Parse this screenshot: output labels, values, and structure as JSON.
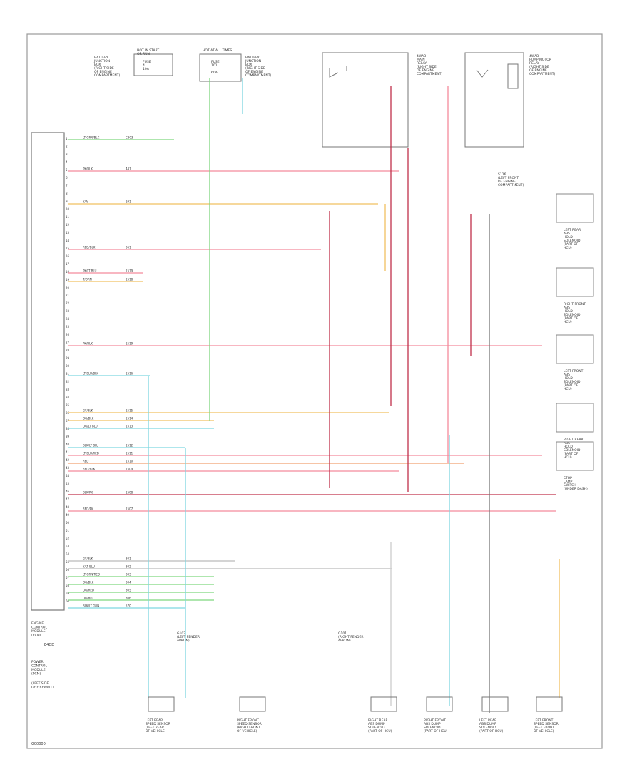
{
  "sheet": {
    "code": "G00000"
  },
  "module": {
    "pins": [
      "1",
      "2",
      "3",
      "4",
      "5",
      "6",
      "7",
      "8",
      "9",
      "10",
      "11",
      "12",
      "13",
      "14",
      "15",
      "16",
      "17",
      "18",
      "19",
      "20",
      "21",
      "22",
      "23",
      "24",
      "25",
      "26",
      "27",
      "28",
      "29",
      "30",
      "31",
      "32",
      "33",
      "34",
      "35",
      "36",
      "37",
      "38",
      "39",
      "40",
      "41",
      "42",
      "43",
      "44",
      "45",
      "46",
      "47",
      "48",
      "49",
      "50",
      "51",
      "52",
      "53",
      "54",
      "55",
      "56",
      "57",
      "58",
      "59",
      "60"
    ],
    "body_label_lines": [
      "ENGINE",
      "CONTROL",
      "MODULE",
      "(ECM)",
      "",
      "",
      "",
      "POWER",
      "CONTROL",
      "MODULE",
      "(PCM)"
    ],
    "side_label": "E4OD",
    "footer_lines": [
      "(LEFT SIDE",
      "OF FIREWALL)"
    ]
  },
  "wires": [
    {
      "color": "LT GRN/BLK",
      "pin": "C303",
      "stroke": "#7ed67e"
    },
    {
      "color": "PK/BLK",
      "pin": "447",
      "stroke": "#f38a9c"
    },
    {
      "color": "Y/W",
      "pin": "191",
      "stroke": "#f0c060"
    },
    {
      "color": "RED/BLK",
      "pin": "361",
      "stroke": "#f38a9c"
    },
    {
      "color": "PK/LT BLU",
      "pin": "1519",
      "stroke": "#f38a9c"
    },
    {
      "color": "T/ORN",
      "pin": "1518",
      "stroke": "#f0c060"
    },
    {
      "color": "PK/BLK",
      "pin": "1519",
      "stroke": "#f38a9c"
    },
    {
      "color": "LT BLU/BLK",
      "pin": "1516",
      "stroke": "#7ed6e0"
    },
    {
      "color": "GY/BLK",
      "pin": "1515",
      "stroke": "#f0c060"
    },
    {
      "color": "OG/BLK",
      "pin": "1514",
      "stroke": "#f0c060"
    },
    {
      "color": "OG/LT BLU",
      "pin": "1513",
      "stroke": "#7ed6e0"
    },
    {
      "color": "BLK/LT BLU",
      "pin": "1512",
      "stroke": "#7ed6e0"
    },
    {
      "color": "LT BLU/RED",
      "pin": "1511",
      "stroke": "#f38a9c"
    },
    {
      "color": "RED",
      "pin": "1510",
      "stroke": "#f0a070"
    },
    {
      "color": "RED/BLK",
      "pin": "1509",
      "stroke": "#f38a9c"
    },
    {
      "color": "BLK/PK",
      "pin": "1508",
      "stroke": "#c0304a"
    },
    {
      "color": "RED/PK",
      "pin": "1507",
      "stroke": "#f38a9c"
    },
    {
      "color": "GY/BLK",
      "pin": "301",
      "stroke": "#bbbbbb"
    },
    {
      "color": "Y/LT BLU",
      "pin": "302",
      "stroke": "#bbbbbb"
    },
    {
      "color": "LT GRN/RED",
      "pin": "303",
      "stroke": "#7ed67e"
    },
    {
      "color": "OG/BLK",
      "pin": "304",
      "stroke": "#7ed67e"
    },
    {
      "color": "OG/RED",
      "pin": "305",
      "stroke": "#7ed67e"
    },
    {
      "color": "OG/BLU",
      "pin": "306",
      "stroke": "#7ed67e"
    },
    {
      "color": "BLK/LT GRN",
      "pin": "570",
      "stroke": "#7ed6e0"
    }
  ],
  "top": {
    "fuse_block_left": [
      "HOT IN START",
      "OR RUN",
      "",
      "FUSE",
      "4",
      "10A"
    ],
    "fuse_block_left_side": [
      "BATTERY",
      "JUNCTION",
      "BOX",
      "(RIGHT SIDE",
      "OF ENGINE",
      "COMPARTMENT)"
    ],
    "fuse_block_mid": [
      "HOT AT ALL TIMES",
      "",
      "FUSE",
      "101",
      "",
      "60A"
    ],
    "fuse_block_mid_side": [
      "BATTERY",
      "JUNCTION",
      "BOX",
      "(RIGHT SIDE",
      "OF ENGINE",
      "COMPARTMENT)"
    ],
    "relay_right": [
      "4WAB",
      "MAIN",
      "RELAY",
      "(RIGHT SIDE",
      "OF ENGINE",
      "COMPARTMENT)"
    ],
    "relay_far": [
      "4WAB",
      "PUMP MOTOR",
      "RELAY",
      "(RIGHT SIDE",
      "OF ENGINE",
      "COMPARTMENT)"
    ],
    "splice": [
      "S116",
      "(LEFT FRONT",
      "OF ENGINE",
      "COMPARTMENT)"
    ]
  },
  "right_components": [
    [
      "LEFT REAR",
      "ABS",
      "HOLD",
      "SOLENOID",
      "(PART OF",
      "HCU)"
    ],
    [
      "RIGHT FRONT",
      "ABS",
      "HOLD",
      "SOLENOID",
      "(PART OF",
      "HCU)"
    ],
    [
      "LEFT FRONT",
      "ABS",
      "HOLD",
      "SOLENOID",
      "(PART OF",
      "HCU)"
    ],
    [
      "RIGHT REAR",
      "ABS",
      "HOLD",
      "SOLENOID",
      "(PART OF",
      "HCU)"
    ],
    [
      "STOP",
      "LAMP",
      "SWITCH",
      "(UNDER DASH)"
    ]
  ],
  "bottom_components": [
    [
      "LEFT REAR",
      "SPEED SENSOR",
      "(LEFT REAR",
      "OF VEHICLE)"
    ],
    [
      "RIGHT FRONT",
      "SPEED SENSOR",
      "(RIGHT FRONT",
      "OF VEHICLE)"
    ],
    [
      "RIGHT REAR",
      "ABS DUMP",
      "SOLENOID",
      "(PART OF HCU)"
    ],
    [
      "RIGHT FRONT",
      "ABS DUMP",
      "SOLENOID",
      "(PART OF HCU)"
    ],
    [
      "LEFT REAR",
      "ABS DUMP",
      "SOLENOID",
      "(PART OF HCU)"
    ],
    [
      "LEFT FRONT",
      "SPEED SENSOR",
      "(LEFT FRONT",
      "OF VEHICLE)"
    ]
  ],
  "grounds": [
    [
      "G102",
      "(LEFT FENDER",
      "APRON)"
    ],
    [
      "G101",
      "(RIGHT FENDER",
      "APRON)"
    ]
  ]
}
